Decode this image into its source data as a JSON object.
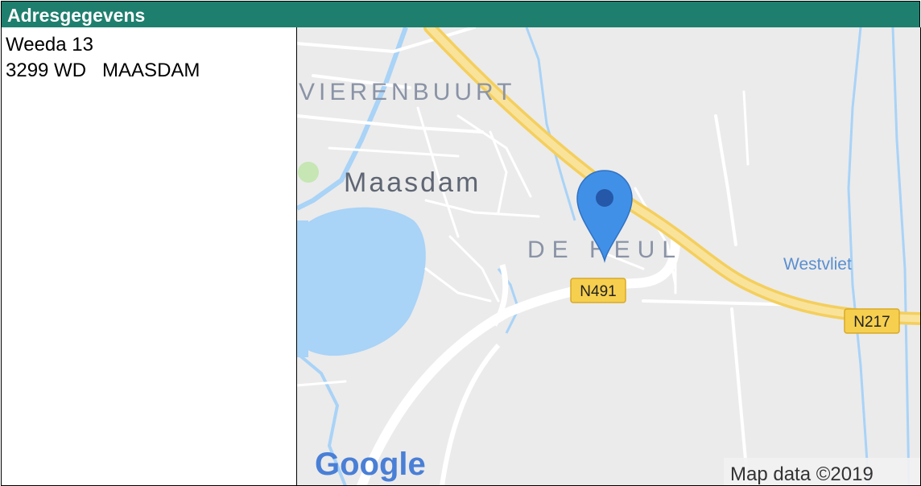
{
  "section": {
    "title": "Adresgegevens"
  },
  "address": {
    "street": "Weeda 13",
    "postal_city": "3299 WD   MAASDAM"
  },
  "map": {
    "labels": {
      "neighbourhood_1": "VIERENBUURT",
      "town": "Maasdam",
      "neighbourhood_2": "DE HEUL",
      "water": "Westvliet"
    },
    "roads": {
      "road_1": "N491",
      "road_2": "N217"
    },
    "logo": "Google",
    "attribution": "Map data ©2019",
    "colors": {
      "land": "#ebebeb",
      "water": "#a9d3f7",
      "highway": "#f7d774",
      "road": "#ffffff",
      "pin": "#4190e8",
      "label": "#8a93a6"
    }
  }
}
